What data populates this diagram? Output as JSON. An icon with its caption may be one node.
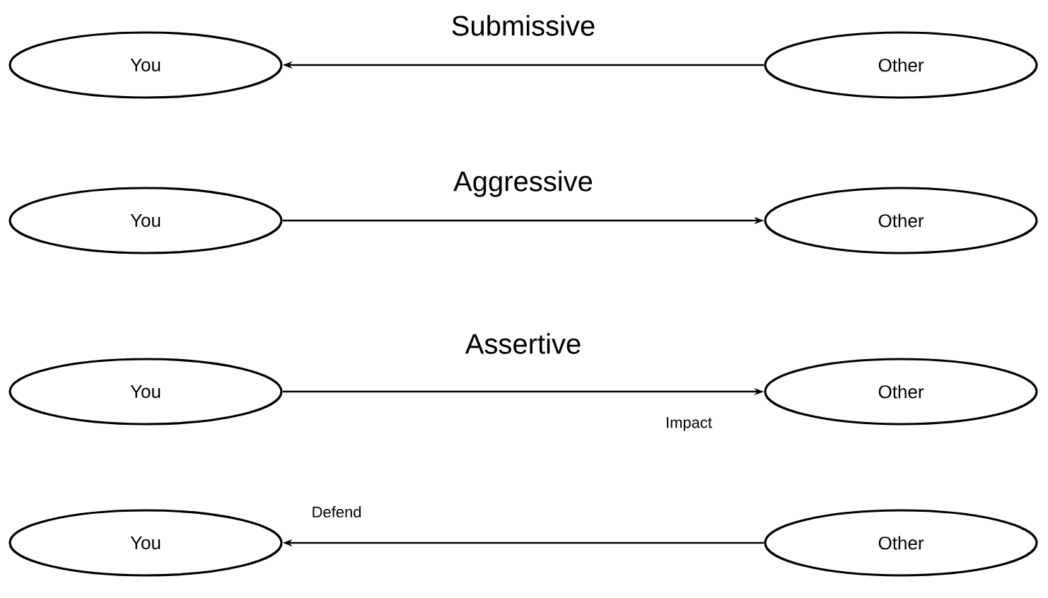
{
  "diagram": {
    "nodes": [
      {
        "text": [
          "You"
        ]
      },
      {
        "text": [
          "Other"
        ]
      },
      {
        "text": [
          "You"
        ]
      },
      {
        "text": [
          "Other"
        ]
      },
      {
        "text": [
          "You"
        ]
      },
      {
        "text": [
          "Other"
        ]
      },
      {
        "text": [
          "You"
        ]
      },
      {
        "text": [
          "Other"
        ]
      }
    ],
    "edges": [
      {
        "from": 1,
        "to": 0,
        "arrow": "to"
      },
      {
        "from": 2,
        "to": 3,
        "arrow": "to"
      },
      {
        "from": 4,
        "to": 5,
        "arrow": "to",
        "label": "Impact"
      },
      {
        "from": 7,
        "to": 6,
        "arrow": "to",
        "label": "Defend"
      }
    ],
    "labels": [
      "Submissive",
      "Aggressive",
      "Assertive"
    ]
  }
}
